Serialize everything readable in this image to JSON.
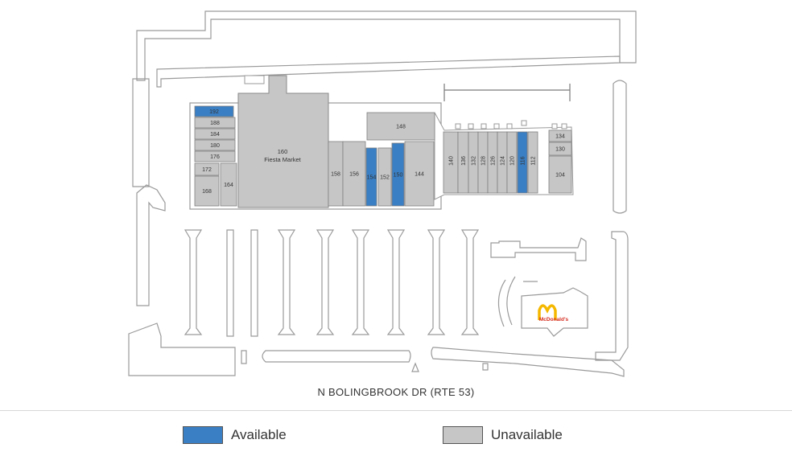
{
  "colors": {
    "available": "#3a7fc4",
    "unavailable": "#c6c6c6",
    "outline": "#9a9a9a",
    "building": "#c6c6c6"
  },
  "anchor": {
    "unit": "160",
    "name": "Fiesta Market"
  },
  "units": [
    {
      "id": "192",
      "status": "available"
    },
    {
      "id": "188",
      "status": "unavailable"
    },
    {
      "id": "184",
      "status": "unavailable"
    },
    {
      "id": "180",
      "status": "unavailable"
    },
    {
      "id": "176",
      "status": "unavailable"
    },
    {
      "id": "172",
      "status": "unavailable"
    },
    {
      "id": "168",
      "status": "unavailable"
    },
    {
      "id": "164",
      "status": "unavailable"
    },
    {
      "id": "158",
      "status": "unavailable"
    },
    {
      "id": "156",
      "status": "unavailable"
    },
    {
      "id": "154",
      "status": "available"
    },
    {
      "id": "152",
      "status": "unavailable"
    },
    {
      "id": "150",
      "status": "available"
    },
    {
      "id": "148",
      "status": "unavailable"
    },
    {
      "id": "144",
      "status": "unavailable"
    },
    {
      "id": "140",
      "status": "unavailable"
    },
    {
      "id": "136",
      "status": "unavailable"
    },
    {
      "id": "132",
      "status": "unavailable"
    },
    {
      "id": "128",
      "status": "unavailable"
    },
    {
      "id": "126",
      "status": "unavailable"
    },
    {
      "id": "124",
      "status": "unavailable"
    },
    {
      "id": "120",
      "status": "unavailable"
    },
    {
      "id": "116",
      "status": "available"
    },
    {
      "id": "112",
      "status": "unavailable"
    },
    {
      "id": "134",
      "status": "unavailable"
    },
    {
      "id": "130",
      "status": "unavailable"
    },
    {
      "id": "104",
      "status": "unavailable"
    }
  ],
  "outparcel": {
    "brand": "McDonald's",
    "logo_icon": "golden-arches-icon"
  },
  "road": {
    "label": "N BOLINGBROOK DR (RTE 53)"
  },
  "legend": {
    "available_label": "Available",
    "unavailable_label": "Unavailable"
  }
}
